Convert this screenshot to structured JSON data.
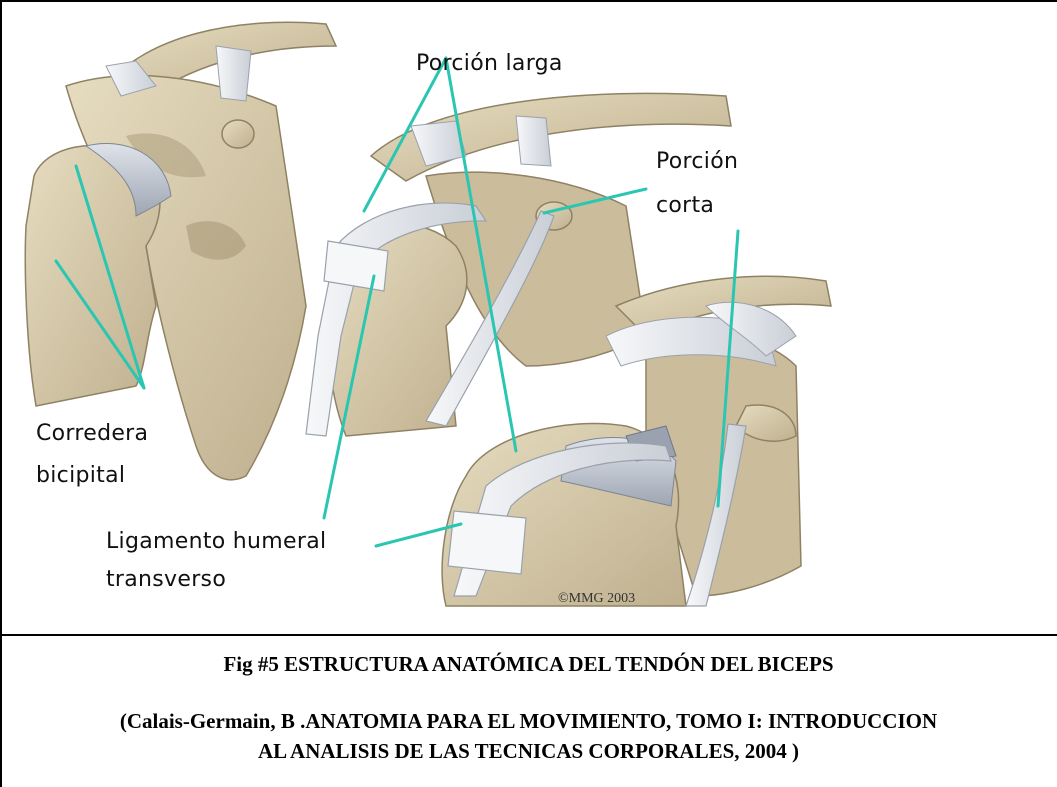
{
  "figure": {
    "labels": {
      "long_head": "Porción larga",
      "short_head_line1": "Porción",
      "short_head_line2": "corta",
      "groove_line1": "Corredera",
      "groove_line2": "bicipital",
      "ligament_line1": "Ligamento humeral",
      "ligament_line2": "transverso"
    },
    "copyright": "©MMG 2003",
    "colors": {
      "bone": "#d9ccac",
      "bone_shadow": "#b8a986",
      "tendon": "#eef0f2",
      "tendon_shadow": "#bfc4cc",
      "pointer": "#2bc6b2"
    }
  },
  "caption": {
    "title": "Fig #5 ESTRUCTURA ANATÓMICA DEL TENDÓN DEL BICEPS",
    "reference_line1": "(Calais-Germain, B .ANATOMIA PARA EL MOVIMIENTO, TOMO I: INTRODUCCION",
    "reference_line2": "AL ANALISIS DE LAS TECNICAS CORPORALES, 2004 )"
  }
}
